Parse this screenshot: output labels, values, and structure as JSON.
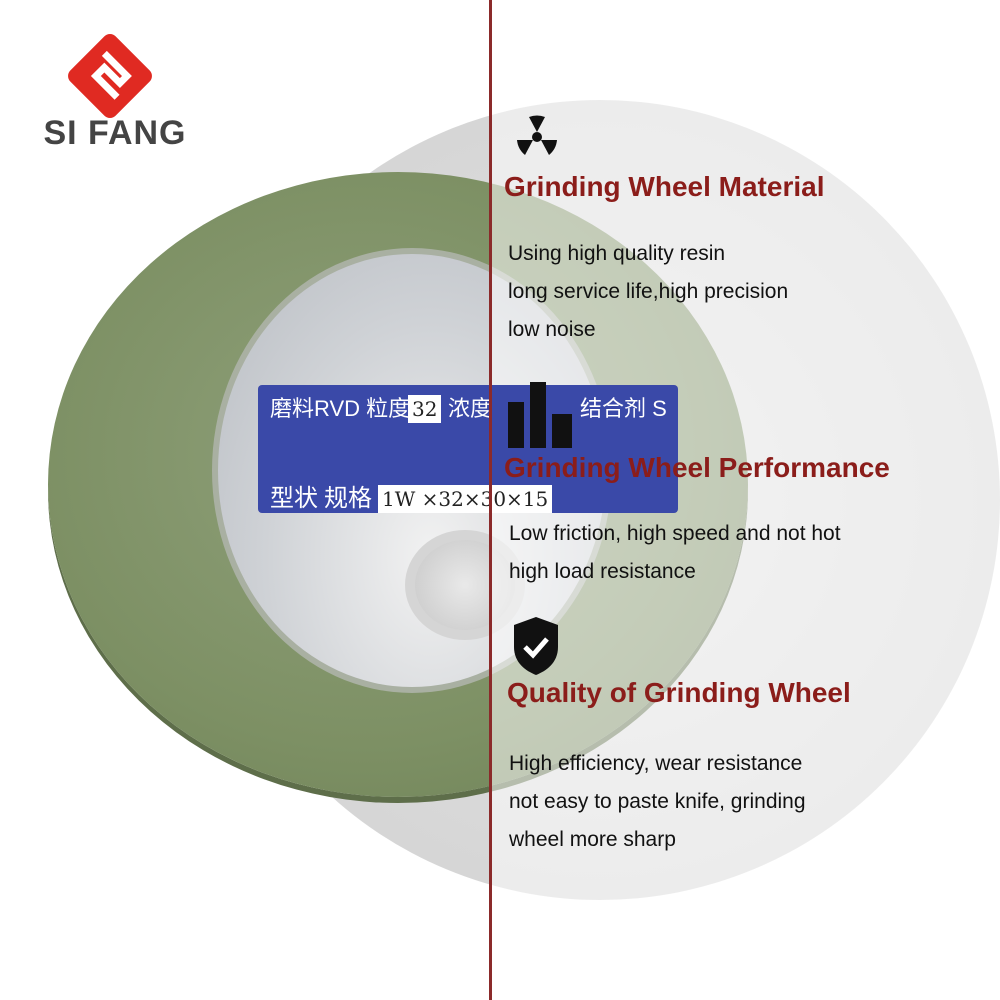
{
  "brand": {
    "name": "SI FANG",
    "color": "#e02a22"
  },
  "label": {
    "line1": [
      "磨料RVD 粒度",
      "32",
      "浓度",
      "",
      "结合剂 S"
    ],
    "line2": [
      "型状",
      "",
      "规格",
      "1W ×32×30×15"
    ]
  },
  "sections": [
    {
      "icon": "radiation-icon",
      "title": "Grinding Wheel Material",
      "lines": [
        "Using high quality resin",
        "long service life,high precision",
        "low noise"
      ]
    },
    {
      "icon": "bar-chart-icon",
      "title": "Grinding Wheel Performance",
      "lines": [
        "Low friction, high speed and not hot",
        "high load resistance"
      ]
    },
    {
      "icon": "shield-check-icon",
      "title": "Quality of Grinding Wheel",
      "lines": [
        "High efficiency, wear resistance",
        "not easy to paste knife, grinding",
        "wheel more sharp"
      ]
    }
  ],
  "colors": {
    "title": "#8b1d1a",
    "divider": "#8b2a2a",
    "wheel": "#7d9064",
    "label": "#3a49a8"
  }
}
